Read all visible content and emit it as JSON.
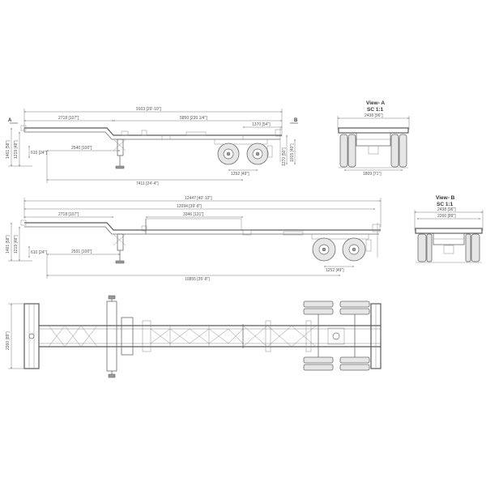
{
  "view_a": {
    "title": "View- A",
    "scale": "SC 1:1",
    "width_top": "2438 [96\"]",
    "width_bottom": "1809 [71\"]"
  },
  "view_b": {
    "title": "View- B",
    "scale": "SC 1:1",
    "width_top": "2438 [96\"]",
    "width_mid": "2260 [89\"]"
  },
  "top_elevation": {
    "label_a": "A",
    "label_b": "B",
    "overall": "9103 [29'-10\"]",
    "kingpin_offset": "2718 [107\"]",
    "middle": "5850 [230 1/4\"]",
    "rear_overhang": "1370 [54\"]",
    "landing_gear": "2540 [100\"]",
    "axle_spread": "1252 [49\"]",
    "bottom": "7411 [24'-4\"]",
    "h_left_outer": "1461 [58\"]",
    "h_left_inner": "1219 [48\"]",
    "h_small": "610 [24\"]",
    "h_right_outer": "1270 [50\"]",
    "h_right_inner": "1015 [40\"]"
  },
  "mid_elevation": {
    "overall": "12447 [40'-10\"]",
    "second": "12094 [39'-8\"]",
    "kingpin_offset": "2718 [107\"]",
    "middle": "3346 [131\"]",
    "landing_gear": "2531 [100\"]",
    "axle_spread": "1252 [49\"]",
    "bottom": "10855 [35'-8\"]",
    "h_left_outer": "1461 [58\"]",
    "h_left_inner": "1219 [48\"]",
    "h_small": "610 [24\"]"
  },
  "plan": {
    "width": "2260 [89\"]"
  }
}
